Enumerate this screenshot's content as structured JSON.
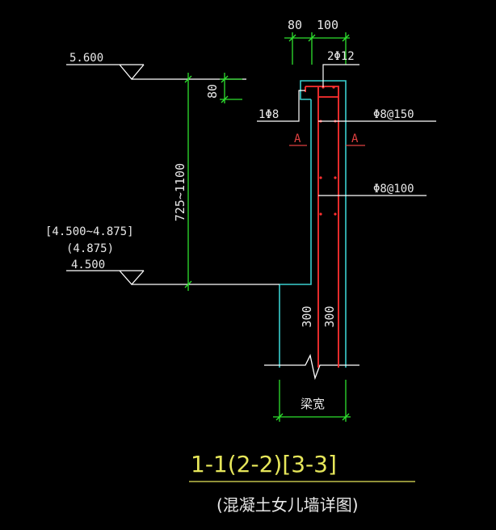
{
  "colors": {
    "background": "#000000",
    "outline": "#3ad0d0",
    "dimension": "#2ee02e",
    "rebar": "#ff3030",
    "annotation": "#ffffff",
    "title": "#e6e65a",
    "section_mark": "#e04040"
  },
  "elevations": {
    "top": "5.600",
    "bottom_range": "[4.500~4.875]",
    "bottom_alt": "(4.875)",
    "bottom": "4.500"
  },
  "dimensions": {
    "top_left": "80",
    "top_right": "100",
    "cap_height": "80",
    "wall_height": "725~1100",
    "base_left": "300",
    "base_right": "300",
    "beam_width": "梁宽"
  },
  "rebar_labels": {
    "top_bars": "2Φ12",
    "hook_bar": "1Φ8",
    "stirrup_upper": "Φ8@150",
    "stirrup_lower": "Φ8@100"
  },
  "section_marks": {
    "left": "A",
    "right": "A"
  },
  "title": {
    "main": "1-1(2-2)[3-3]",
    "sub": "(混凝土女儿墙详图)"
  }
}
